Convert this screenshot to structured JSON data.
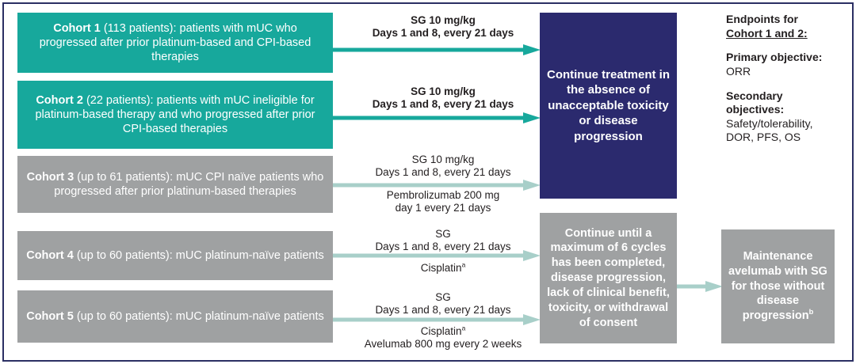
{
  "colors": {
    "teal": "#17a89c",
    "gray": "#9fa1a2",
    "navy": "#2b2a6e",
    "frame_border": "#2b2f63",
    "arrow_teal": "#17a89c",
    "arrow_pale": "#a8cfc9",
    "text_dark": "#231f20",
    "text_light": "#ffffff"
  },
  "cohorts": [
    {
      "id": "cohort-1",
      "lead": "Cohort 1",
      "rest": " (113 patients): patients with mUC who progressed after prior platinum-based and CPI-based therapies",
      "style": "teal"
    },
    {
      "id": "cohort-2",
      "lead": "Cohort 2",
      "rest": " (22 patients): patients with mUC ineligible for platinum-based therapy and who progressed after prior CPI-based therapies",
      "style": "teal"
    },
    {
      "id": "cohort-3",
      "lead": "Cohort 3",
      "rest": " (up to 61 patients): mUC CPI naïve patients who progressed after prior platinum-based therapies",
      "style": "gray"
    },
    {
      "id": "cohort-4",
      "lead": "Cohort 4",
      "rest": " (up to 60 patients): mUC platinum-naïve patients",
      "style": "gray"
    },
    {
      "id": "cohort-5",
      "lead": "Cohort 5",
      "rest": " (up to 60 patients): mUC platinum-naïve patients",
      "style": "gray"
    }
  ],
  "regimens": {
    "cohort1": {
      "line1": "SG 10 mg/kg",
      "line2": "Days 1 and 8, every 21 days"
    },
    "cohort2": {
      "line1": "SG 10 mg/kg",
      "line2": "Days 1 and 8, every 21 days"
    },
    "cohort3_above": {
      "line1": "SG 10 mg/kg",
      "line2": "Days 1 and 8, every 21 days"
    },
    "cohort3_below": {
      "line1": "Pembrolizumab 200 mg",
      "line2": "day 1 every 21 days"
    },
    "cohort4_above": {
      "line1": "SG",
      "line2": "Days 1 and 8, every 21 days"
    },
    "cohort4_below": {
      "line1": "Cisplatin",
      "line1_sup": "a"
    },
    "cohort5_above": {
      "line1": "SG",
      "line2": "Days 1 and 8, every 21 days"
    },
    "cohort5_below": {
      "line1": "Cisplatin",
      "line1_sup": "a",
      "line2": "Avelumab 800 mg every 2 weeks"
    }
  },
  "outcomes": {
    "continue_treatment": "Continue treatment in the absence of unacceptable toxicity or disease progression",
    "continue_cycles": "Continue until a maximum of 6 cycles has been completed, disease progression, lack of clinical benefit, toxicity, or withdrawal of consent",
    "maintenance": "Maintenance avelumab with SG for those without disease progression",
    "maintenance_sup": "b"
  },
  "endpoints": {
    "title_line1": "Endpoints for",
    "title_line2": "Cohort 1 and 2:",
    "primary_label": "Primary objective:",
    "primary_value": "ORR",
    "secondary_label": "Secondary objectives:",
    "secondary_value": "Safety/tolerability, DOR, PFS, OS"
  }
}
